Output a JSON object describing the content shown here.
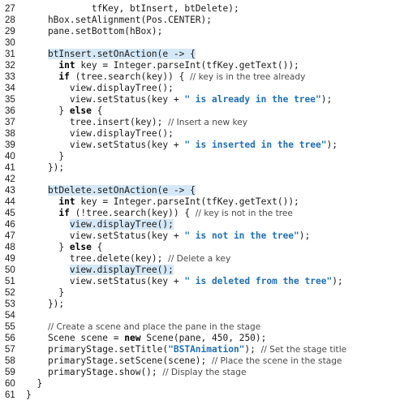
{
  "code": {
    "colors": {
      "keyword": "#000000",
      "string": "#1f6fb3",
      "comment": "#4a4a4a",
      "highlight": "#d5e8f7",
      "text": "#1a1a1a"
    },
    "lines": [
      {
        "num": "27",
        "tokens": [
          {
            "t": "txt",
            "v": "            tfKey, btInsert, btDelete);"
          }
        ]
      },
      {
        "num": "28",
        "tokens": [
          {
            "t": "txt",
            "v": "    hBox.setAlignment(Pos.CENTER);"
          }
        ]
      },
      {
        "num": "29",
        "tokens": [
          {
            "t": "txt",
            "v": "    pane.setBottom(hBox);"
          }
        ]
      },
      {
        "num": "30",
        "tokens": []
      },
      {
        "num": "31",
        "tokens": [
          {
            "t": "txt",
            "v": "    "
          },
          {
            "t": "hl",
            "v": "btInsert.setOnAction(e -> {"
          }
        ]
      },
      {
        "num": "32",
        "tokens": [
          {
            "t": "txt",
            "v": "      "
          },
          {
            "t": "kw",
            "v": "int"
          },
          {
            "t": "txt",
            "v": " key = Integer.parseInt(tfKey.getText());"
          }
        ]
      },
      {
        "num": "33",
        "tokens": [
          {
            "t": "txt",
            "v": "      "
          },
          {
            "t": "kw",
            "v": "if"
          },
          {
            "t": "txt",
            "v": " (tree.search(key)) { "
          },
          {
            "t": "com",
            "v": "// key is in the tree already"
          }
        ]
      },
      {
        "num": "34",
        "tokens": [
          {
            "t": "txt",
            "v": "        view.displayTree();"
          }
        ]
      },
      {
        "num": "35",
        "tokens": [
          {
            "t": "txt",
            "v": "        view.setStatus(key + "
          },
          {
            "t": "str",
            "v": "\" is already in the tree\""
          },
          {
            "t": "txt",
            "v": ");"
          }
        ]
      },
      {
        "num": "36",
        "tokens": [
          {
            "t": "txt",
            "v": "      } "
          },
          {
            "t": "kw",
            "v": "else"
          },
          {
            "t": "txt",
            "v": " {"
          }
        ]
      },
      {
        "num": "37",
        "tokens": [
          {
            "t": "txt",
            "v": "        tree.insert(key); "
          },
          {
            "t": "com",
            "v": "// Insert a new key"
          }
        ]
      },
      {
        "num": "38",
        "tokens": [
          {
            "t": "txt",
            "v": "        view.displayTree();"
          }
        ]
      },
      {
        "num": "39",
        "tokens": [
          {
            "t": "txt",
            "v": "        view.setStatus(key + "
          },
          {
            "t": "str",
            "v": "\" is inserted in the tree\""
          },
          {
            "t": "txt",
            "v": ");"
          }
        ]
      },
      {
        "num": "40",
        "tokens": [
          {
            "t": "txt",
            "v": "      }"
          }
        ]
      },
      {
        "num": "41",
        "tokens": [
          {
            "t": "txt",
            "v": "    });"
          }
        ]
      },
      {
        "num": "42",
        "tokens": []
      },
      {
        "num": "43",
        "tokens": [
          {
            "t": "txt",
            "v": "    "
          },
          {
            "t": "hl",
            "v": "btDelete.setOnAction(e -> {"
          }
        ]
      },
      {
        "num": "44",
        "tokens": [
          {
            "t": "txt",
            "v": "      "
          },
          {
            "t": "kw",
            "v": "int"
          },
          {
            "t": "txt",
            "v": " key = Integer.parseInt(tfKey.getText());"
          }
        ]
      },
      {
        "num": "45",
        "tokens": [
          {
            "t": "txt",
            "v": "      "
          },
          {
            "t": "kw",
            "v": "if"
          },
          {
            "t": "txt",
            "v": " (!tree.search(key)) { "
          },
          {
            "t": "com",
            "v": "// key is not in the tree"
          }
        ]
      },
      {
        "num": "46",
        "tokens": [
          {
            "t": "txt",
            "v": "        "
          },
          {
            "t": "hl",
            "v": "view.displayTree();"
          }
        ]
      },
      {
        "num": "47",
        "tokens": [
          {
            "t": "txt",
            "v": "        view.setStatus(key + "
          },
          {
            "t": "str",
            "v": "\" is not in the tree\""
          },
          {
            "t": "txt",
            "v": ");"
          }
        ]
      },
      {
        "num": "48",
        "tokens": [
          {
            "t": "txt",
            "v": "      } "
          },
          {
            "t": "kw",
            "v": "else"
          },
          {
            "t": "txt",
            "v": " {"
          }
        ]
      },
      {
        "num": "49",
        "tokens": [
          {
            "t": "txt",
            "v": "        tree.delete(key); "
          },
          {
            "t": "com",
            "v": "// Delete a key"
          }
        ]
      },
      {
        "num": "50",
        "tokens": [
          {
            "t": "txt",
            "v": "        "
          },
          {
            "t": "hl",
            "v": "view.displayTree();"
          }
        ]
      },
      {
        "num": "51",
        "tokens": [
          {
            "t": "txt",
            "v": "        view.setStatus(key + "
          },
          {
            "t": "str",
            "v": "\" is deleted from the tree\""
          },
          {
            "t": "txt",
            "v": ");"
          }
        ]
      },
      {
        "num": "52",
        "tokens": [
          {
            "t": "txt",
            "v": "      }"
          }
        ]
      },
      {
        "num": "53",
        "tokens": [
          {
            "t": "txt",
            "v": "    });"
          }
        ]
      },
      {
        "num": "54",
        "tokens": []
      },
      {
        "num": "55",
        "tokens": [
          {
            "t": "txt",
            "v": "    "
          },
          {
            "t": "com",
            "v": "// Create a scene and place the pane in the stage"
          }
        ]
      },
      {
        "num": "56",
        "tokens": [
          {
            "t": "txt",
            "v": "    Scene scene = "
          },
          {
            "t": "kw",
            "v": "new"
          },
          {
            "t": "txt",
            "v": " Scene(pane, 450, 250);"
          }
        ]
      },
      {
        "num": "57",
        "tokens": [
          {
            "t": "txt",
            "v": "    primaryStage.setTitle("
          },
          {
            "t": "str",
            "v": "\"BSTAnimation\""
          },
          {
            "t": "txt",
            "v": "); "
          },
          {
            "t": "com",
            "v": "// Set the stage title"
          }
        ]
      },
      {
        "num": "58",
        "tokens": [
          {
            "t": "txt",
            "v": "    primaryStage.setScene(scene); "
          },
          {
            "t": "com",
            "v": "// Place the scene in the stage"
          }
        ]
      },
      {
        "num": "59",
        "tokens": [
          {
            "t": "txt",
            "v": "    primaryStage.show(); "
          },
          {
            "t": "com",
            "v": "// Display the stage"
          }
        ]
      },
      {
        "num": "60",
        "tokens": [
          {
            "t": "txt",
            "v": "  }"
          }
        ]
      },
      {
        "num": "61",
        "tokens": [
          {
            "t": "txt",
            "v": "}"
          }
        ]
      }
    ]
  }
}
